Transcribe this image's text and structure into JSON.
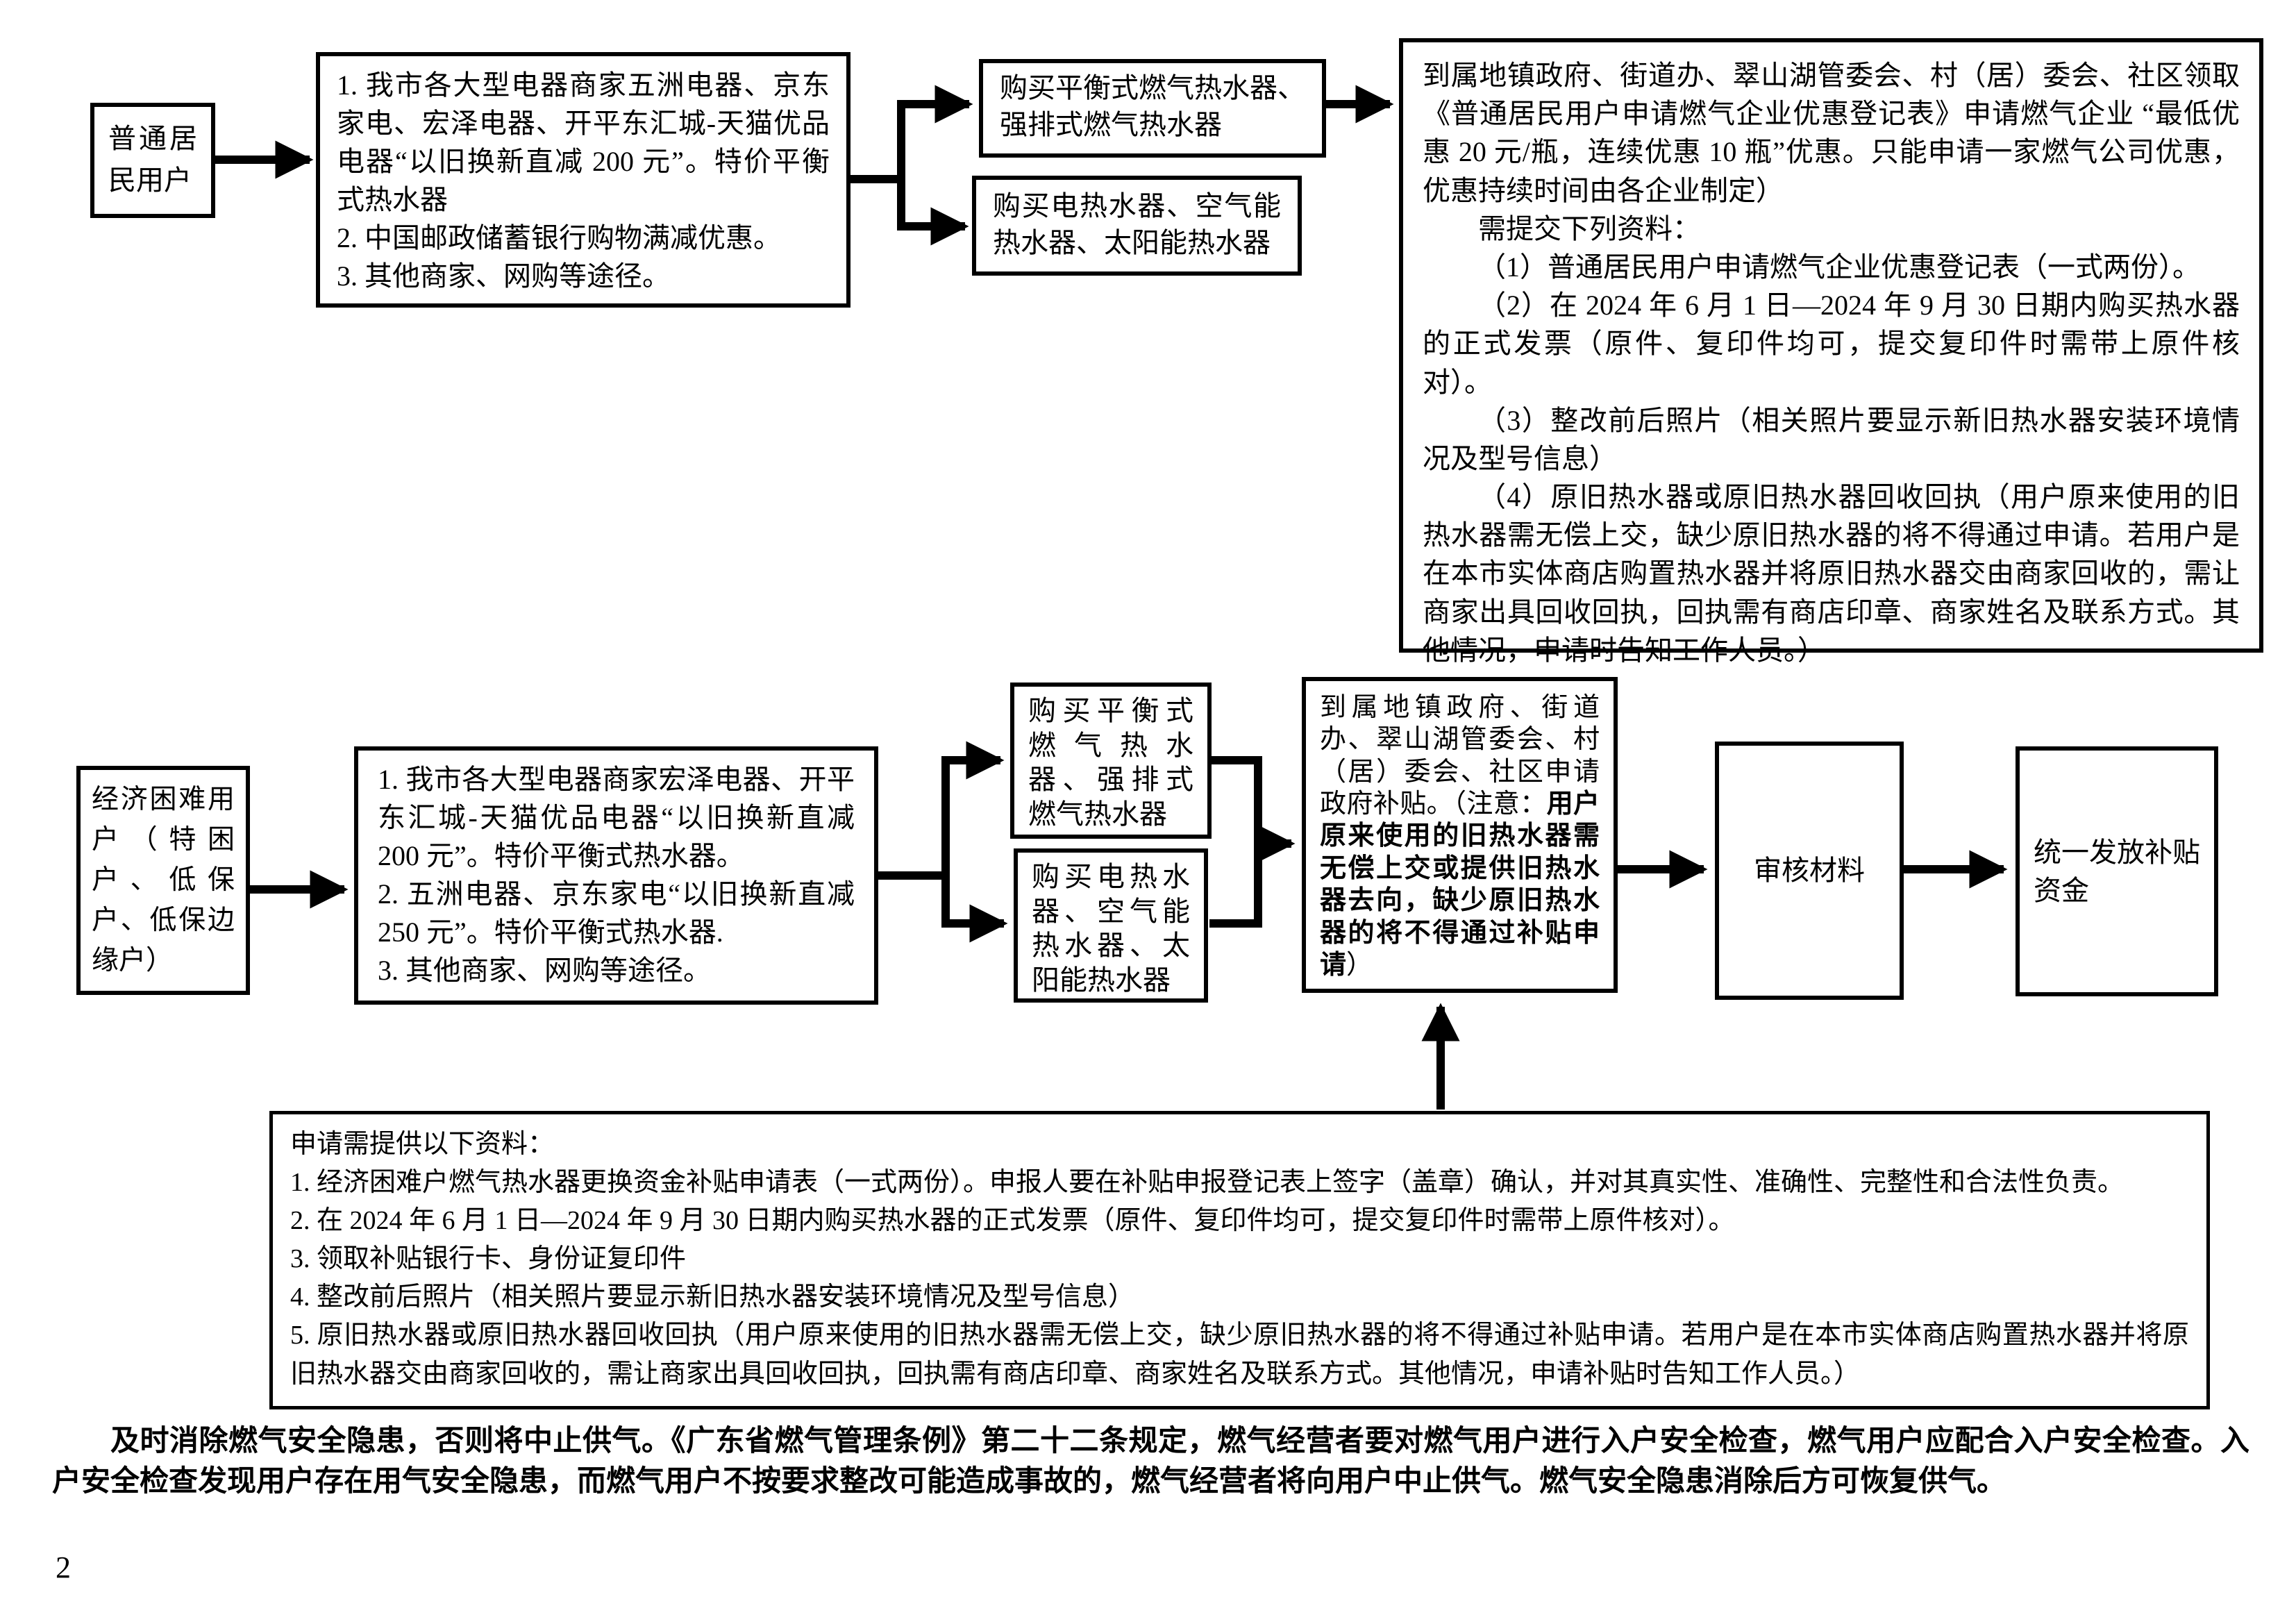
{
  "flow1": {
    "user": "普通居民用户",
    "channels": [
      "1. 我市各大型电器商家五洲电器、京东家电、宏泽电器、开平东汇城-天猫优品电器“以旧换新直减 200 元”。特价平衡式热水器",
      "2. 中国邮政储蓄银行购物满减优惠。",
      "3. 其他商家、网购等途径。"
    ],
    "buy_gas": "购买平衡式燃气热水器、强排式燃气热水器",
    "buy_electric": "购买电热水器、空气能热水器、太阳能热水器",
    "apply": {
      "intro": "到属地镇政府、街道办、翠山湖管委会、村（居）委会、社区领取《普通居民用户申请燃气企业优惠登记表》申请燃气企业 “最低优惠 20 元/瓶，连续优惠 10 瓶”优惠。只能申请一家燃气公司优惠，优惠持续时间由各企业制定）",
      "need_title": "需提交下列资料：",
      "item1": "（1）普通居民用户申请燃气企业优惠登记表（一式两份）。",
      "item2": "（2）在 2024 年 6 月 1 日—2024 年 9 月 30 日期内购买热水器的正式发票（原件、复印件均可，提交复印件时需带上原件核对）。",
      "item3": "（3）整改前后照片（相关照片要显示新旧热水器安装环境情况及型号信息）",
      "item4": "（4）原旧热水器或原旧热水器回收回执（用户原来使用的旧热水器需无偿上交，缺少原旧热水器的将不得通过申请。若用户是在本市实体商店购置热水器并将原旧热水器交由商家回收的，需让商家出具回收回执，回执需有商店印章、商家姓名及联系方式。其他情况，申请时告知工作人员。）"
    }
  },
  "flow2": {
    "user": "经济困难用户（特困户、低保户、低保边缘户）",
    "channels": [
      "1. 我市各大型电器商家宏泽电器、开平东汇城-天猫优品电器“以旧换新直减 200 元”。特价平衡式热水器。",
      "2. 五洲电器、京东家电“以旧换新直减 250 元”。特价平衡式热水器.",
      "3. 其他商家、网购等途径。"
    ],
    "buy_gas": "购买平衡式燃气热水器、强排式燃气热水器",
    "buy_electric": "购买电热水器、空气能热水器、太阳能热水器",
    "apply_pre": "到属地镇政府、街道办、翠山湖管委会、村（居）委会、社区申请政府补贴。（注意：",
    "apply_bold": "用户原来使用的旧热水器需无偿上交或提供旧热水器去向，缺少原旧热水器的将不得通过补贴申请",
    "apply_post": "）",
    "review": "审核材料",
    "grant": "统一发放补贴资金"
  },
  "materials": {
    "title": "申请需提供以下资料：",
    "items": [
      "1. 经济困难户燃气热水器更换资金补贴申请表（一式两份）。申报人要在补贴申报登记表上签字（盖章）确认，并对其真实性、准确性、完整性和合法性负责。",
      "2. 在 2024 年 6 月 1 日—2024 年 9 月 30 日期内购买热水器的正式发票（原件、复印件均可，提交复印件时需带上原件核对）。",
      "3. 领取补贴银行卡、身份证复印件",
      "4. 整改前后照片（相关照片要显示新旧热水器安装环境情况及型号信息）",
      "5. 原旧热水器或原旧热水器回收回执（用户原来使用的旧热水器需无偿上交，缺少原旧热水器的将不得通过补贴申请。若用户是在本市实体商店购置热水器并将原旧热水器交由商家回收的，需让商家出具回收回执，回执需有商店印章、商家姓名及联系方式。其他情况，申请补贴时告知工作人员。）"
    ]
  },
  "footer": {
    "safety_note": "及时消除燃气安全隐患，否则将中止供气。《广东省燃气管理条例》第二十二条规定，燃气经营者要对燃气用户进行入户安全检查，燃气用户应配合入户安全检查。入户安全检查发现用户存在用气安全隐患，而燃气用户不按要求整改可能造成事故的，燃气经营者将向用户中止供气。燃气安全隐患消除后方可恢复供气。",
    "page_number": "2"
  }
}
